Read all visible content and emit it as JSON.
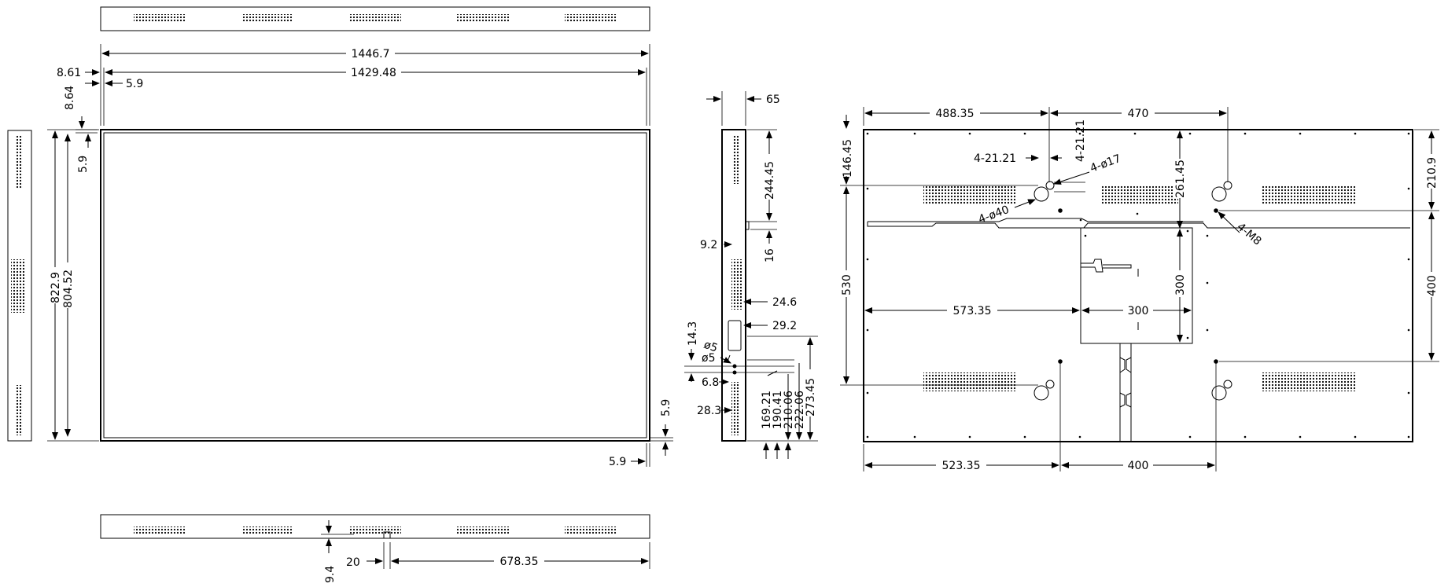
{
  "top_view": {
    "width_total": "1446.7",
    "width_inner": "1429.48",
    "left_offset": "8.61",
    "bezel": "5.9"
  },
  "front_view": {
    "top_offset": "8.64",
    "bezel_top": "5.9",
    "height_total": "822.9",
    "height_inner": "804.52",
    "bezel_right": "5.9",
    "bezel_bottom": "5.9"
  },
  "side_view": {
    "depth": "65",
    "d_244": "244.45",
    "d_9_2": "9.2",
    "d_16": "16",
    "d_24_6": "24.6",
    "d_29_2": "29.2",
    "d_14_3": "14.3",
    "d_phi5_a": "ø5",
    "d_phi5_b": "ø5",
    "d_6_8": "6.8",
    "d_28_3": "28.3",
    "d_169": "169.21",
    "d_190": "190.41",
    "d_210": "210.06",
    "d_222": "222.06",
    "d_273": "273.45"
  },
  "bottom_view": {
    "d_9_4": "9.4",
    "d_20": "20",
    "d_678": "678.35"
  },
  "rear_view": {
    "d_488": "488.35",
    "d_470": "470",
    "d_4_21_h": "4-21.21",
    "d_4_21_v": "4-21.21",
    "d_phi17": "4-ø17",
    "d_phi40": "4-ø40",
    "d_261": "261.45",
    "d_146": "146.45",
    "d_210_9": "210.9",
    "d_m8": "4-M8",
    "d_530": "530",
    "d_573": "573.35",
    "d_300_h": "300",
    "d_300_v": "300",
    "d_400_v": "400",
    "d_523": "523.35",
    "d_400_h": "400"
  }
}
